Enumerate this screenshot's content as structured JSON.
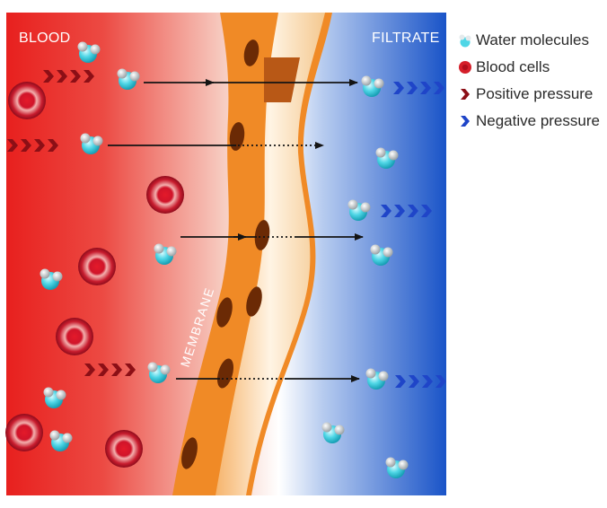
{
  "labels": {
    "blood": "BLOOD",
    "filtrate": "FILTRATE",
    "membrane": "MEMBRANE"
  },
  "legend": [
    {
      "label": "Water molecules",
      "icon": "water-molecule-icon"
    },
    {
      "label": "Blood cells",
      "icon": "blood-cell-icon"
    },
    {
      "label": "Positive pressure",
      "icon": "positive-pressure-chevron-icon"
    },
    {
      "label": "Negative pressure",
      "icon": "negative-pressure-chevron-icon"
    }
  ],
  "colors": {
    "blood_side": "#e8201e",
    "filtrate_side": "#1a54c8",
    "membrane": "#f08a26",
    "water": "#4fd6e6",
    "blood_cell": "#d51f2a",
    "positive_pressure": "#8c0f16",
    "negative_pressure": "#1f45c8"
  }
}
